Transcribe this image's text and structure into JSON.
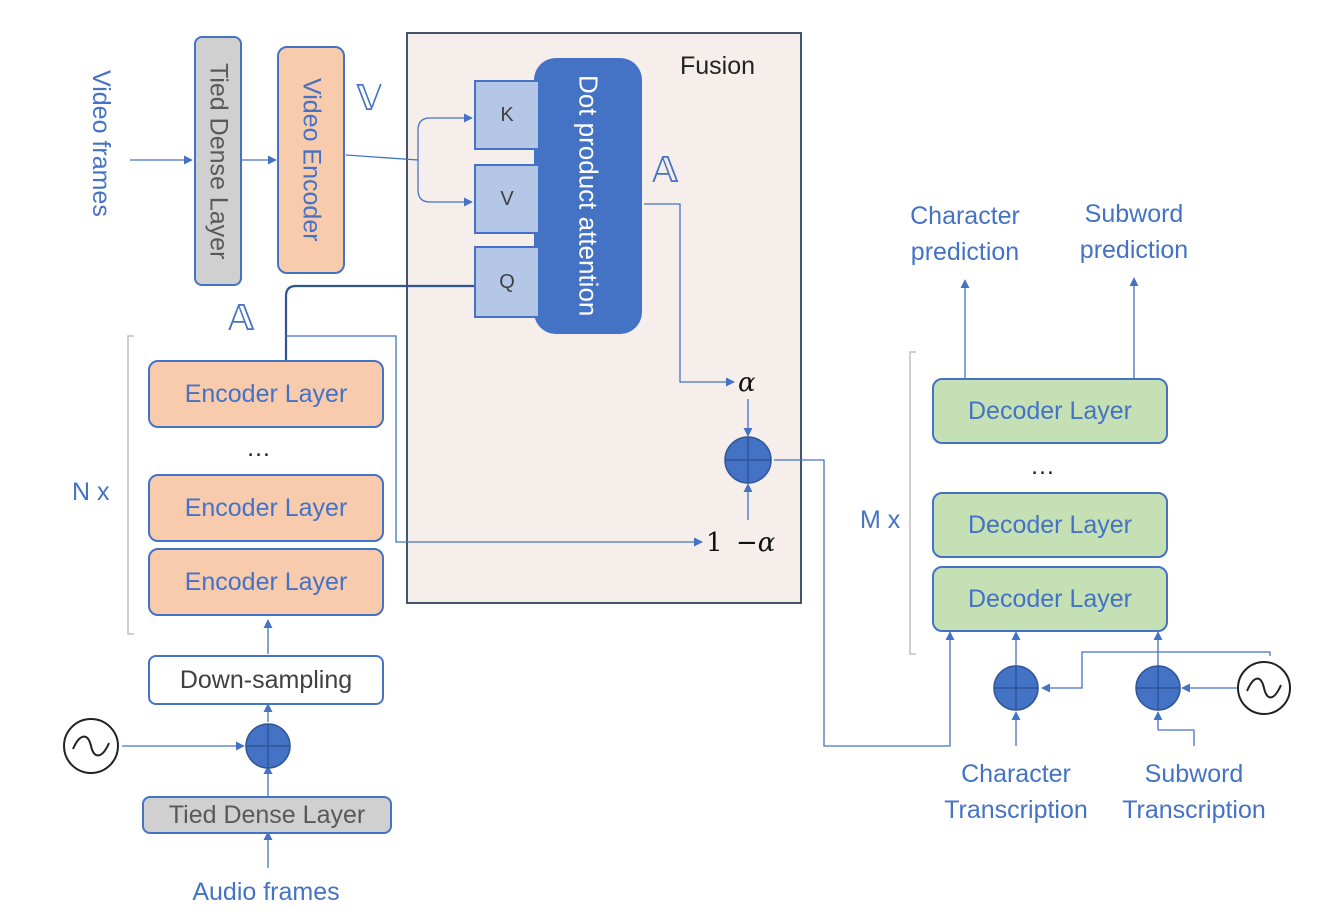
{
  "inputs": {
    "video_frames": "Video frames",
    "audio_frames": "Audio frames"
  },
  "video_branch": {
    "tied_dense_layer": "Tied Dense Layer",
    "video_encoder": "Video Encoder",
    "symbol": "𝕍"
  },
  "fusion": {
    "title": "Fusion",
    "key": "K",
    "value": "V",
    "query": "Q",
    "attention": "Dot product attention",
    "attention_output_symbol": "𝔸",
    "alpha": "α",
    "one_minus_alpha_left": "1",
    "one_minus_alpha_right": "−α"
  },
  "audio_branch": {
    "symbol": "𝔸",
    "repeat_label": "N x",
    "encoder_layer_top": "Encoder Layer",
    "ellipsis": "…",
    "encoder_layer_mid": "Encoder Layer",
    "encoder_layer_bottom": "Encoder Layer",
    "down_sampling": "Down-sampling",
    "tied_dense_layer": "Tied Dense Layer"
  },
  "decoder": {
    "repeat_label": "M x",
    "decoder_layer_top": "Decoder Layer",
    "ellipsis": "…",
    "decoder_layer_mid": "Decoder Layer",
    "decoder_layer_bottom": "Decoder Layer",
    "character_prediction_line1": "Character",
    "character_prediction_line2": "prediction",
    "subword_prediction_line1": "Subword",
    "subword_prediction_line2": "prediction",
    "character_transcription_line1": "Character",
    "character_transcription_line2": "Transcription",
    "subword_transcription_line1": "Subword",
    "subword_transcription_line2": "Transcription"
  },
  "colors": {
    "accent": "#4472c4",
    "encoder_fill": "#f8cbad",
    "decoder_fill": "#c5e0b4",
    "kvq_fill": "#b4c7e7",
    "fusion_fill": "#f6eeeb",
    "dense_fill": "#d0d0d0"
  }
}
